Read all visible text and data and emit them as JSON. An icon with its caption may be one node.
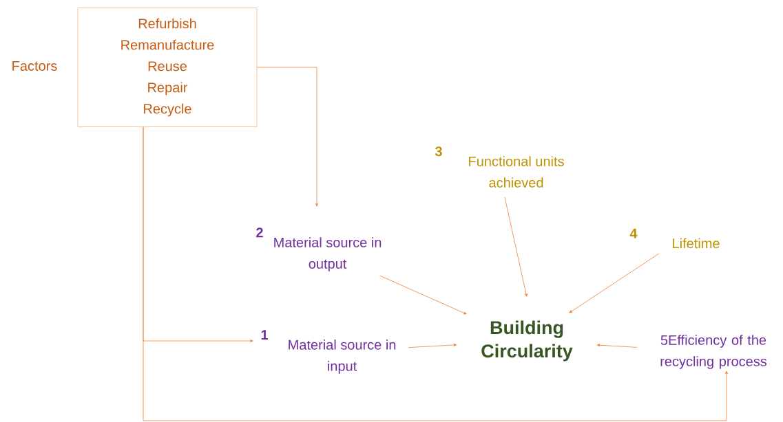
{
  "diagram": {
    "nodes": [
      {
        "text": [
          "Refurbish",
          "Remanufacture",
          "Reuse",
          "Repair",
          "Recycle"
        ],
        "beside": [
          "Factors"
        ]
      },
      {
        "text": [
          "2",
          "Material source in output"
        ]
      },
      {
        "text": [
          "3",
          "Functional units achieved"
        ]
      },
      {
        "text": [
          "4",
          "Lifetime"
        ]
      },
      {
        "text": [
          "1",
          "Material source in input"
        ]
      },
      {
        "text": [
          "Building Circularity"
        ]
      },
      {
        "text": [
          "5Efficiency of the recycling process"
        ]
      }
    ],
    "edges": [
      {
        "from": 0,
        "to": 1,
        "arrow": "to"
      },
      {
        "from": 0,
        "to": 4,
        "arrow": "to"
      },
      {
        "from": 0,
        "to": 6,
        "arrow": "to"
      },
      {
        "from": 1,
        "to": 5,
        "arrow": "to"
      },
      {
        "from": 2,
        "to": 5,
        "arrow": "to"
      },
      {
        "from": 3,
        "to": 5,
        "arrow": "to"
      },
      {
        "from": 4,
        "to": 5,
        "arrow": "to"
      },
      {
        "from": 6,
        "to": 5,
        "arrow": "to"
      }
    ]
  }
}
